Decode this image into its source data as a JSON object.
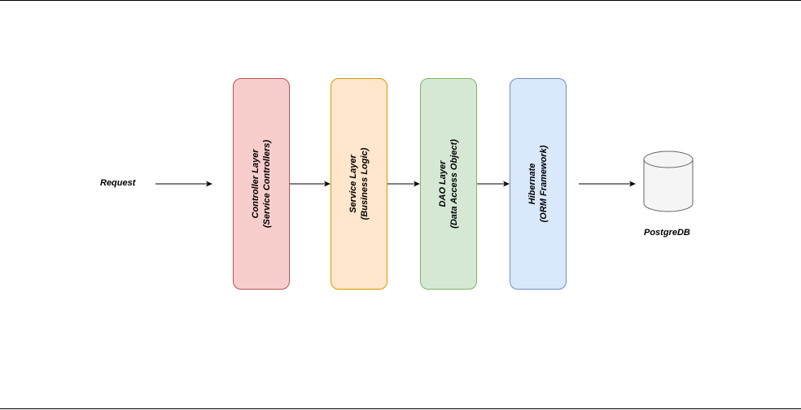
{
  "request": {
    "label": "Request"
  },
  "layers": [
    {
      "title": "Controller Layer",
      "subtitle": "(Service Controllers)",
      "fill": "#f8cecc",
      "stroke": "#b85450"
    },
    {
      "title": "Service Layer",
      "subtitle": "(Business Logic)",
      "fill": "#ffe6cc",
      "stroke": "#d79b00"
    },
    {
      "title": "DAO Layer",
      "subtitle": "(Data Access Object)",
      "fill": "#d5e8d4",
      "stroke": "#82b366"
    },
    {
      "title": "Hibernate",
      "subtitle": "(ORM Framework)",
      "fill": "#dae8fc",
      "stroke": "#6c8ebf"
    }
  ],
  "database": {
    "label": "PostgreDB",
    "fill": "#f5f5f5",
    "stroke": "#666666"
  }
}
